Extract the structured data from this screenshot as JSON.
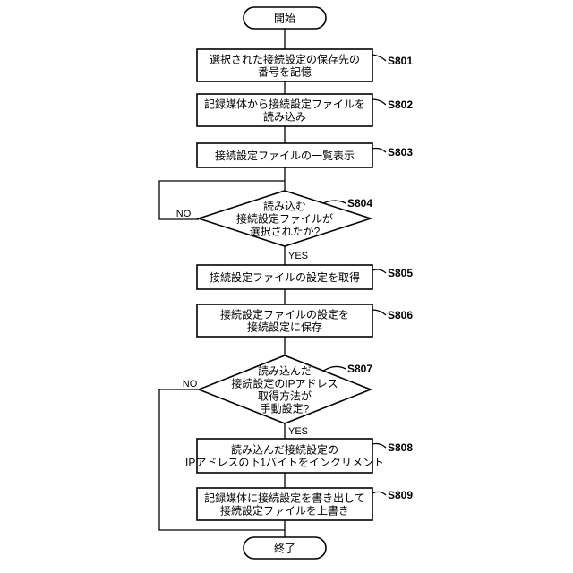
{
  "start": {
    "label": "開始"
  },
  "end": {
    "label": "終了"
  },
  "steps": [
    {
      "id": "S801",
      "lines": [
        "選択された接続設定の保存先の",
        "番号を記憶"
      ]
    },
    {
      "id": "S802",
      "lines": [
        "記録媒体から接続設定ファイルを",
        "読み込み"
      ]
    },
    {
      "id": "S803",
      "lines": [
        "接続設定ファイルの一覧表示"
      ]
    },
    {
      "id": "S804",
      "lines": [
        "読み込む",
        "接続設定ファイルが",
        "選択されたか?"
      ],
      "yes": "YES",
      "no": "NO"
    },
    {
      "id": "S805",
      "lines": [
        "接続設定ファイルの設定を取得"
      ]
    },
    {
      "id": "S806",
      "lines": [
        "接続設定ファイルの設定を",
        "接続設定に保存"
      ]
    },
    {
      "id": "S807",
      "lines": [
        "読み込んだ",
        "接続設定のIPアドレス",
        "取得方法が",
        "手動設定?"
      ],
      "yes": "YES",
      "no": "NO"
    },
    {
      "id": "S808",
      "lines": [
        "読み込んだ接続設定の",
        "IPアドレスの下1バイトをインクリメント"
      ]
    },
    {
      "id": "S809",
      "lines": [
        "記録媒体に接続設定を書き出して",
        "接続設定ファイルを上書き"
      ]
    }
  ]
}
